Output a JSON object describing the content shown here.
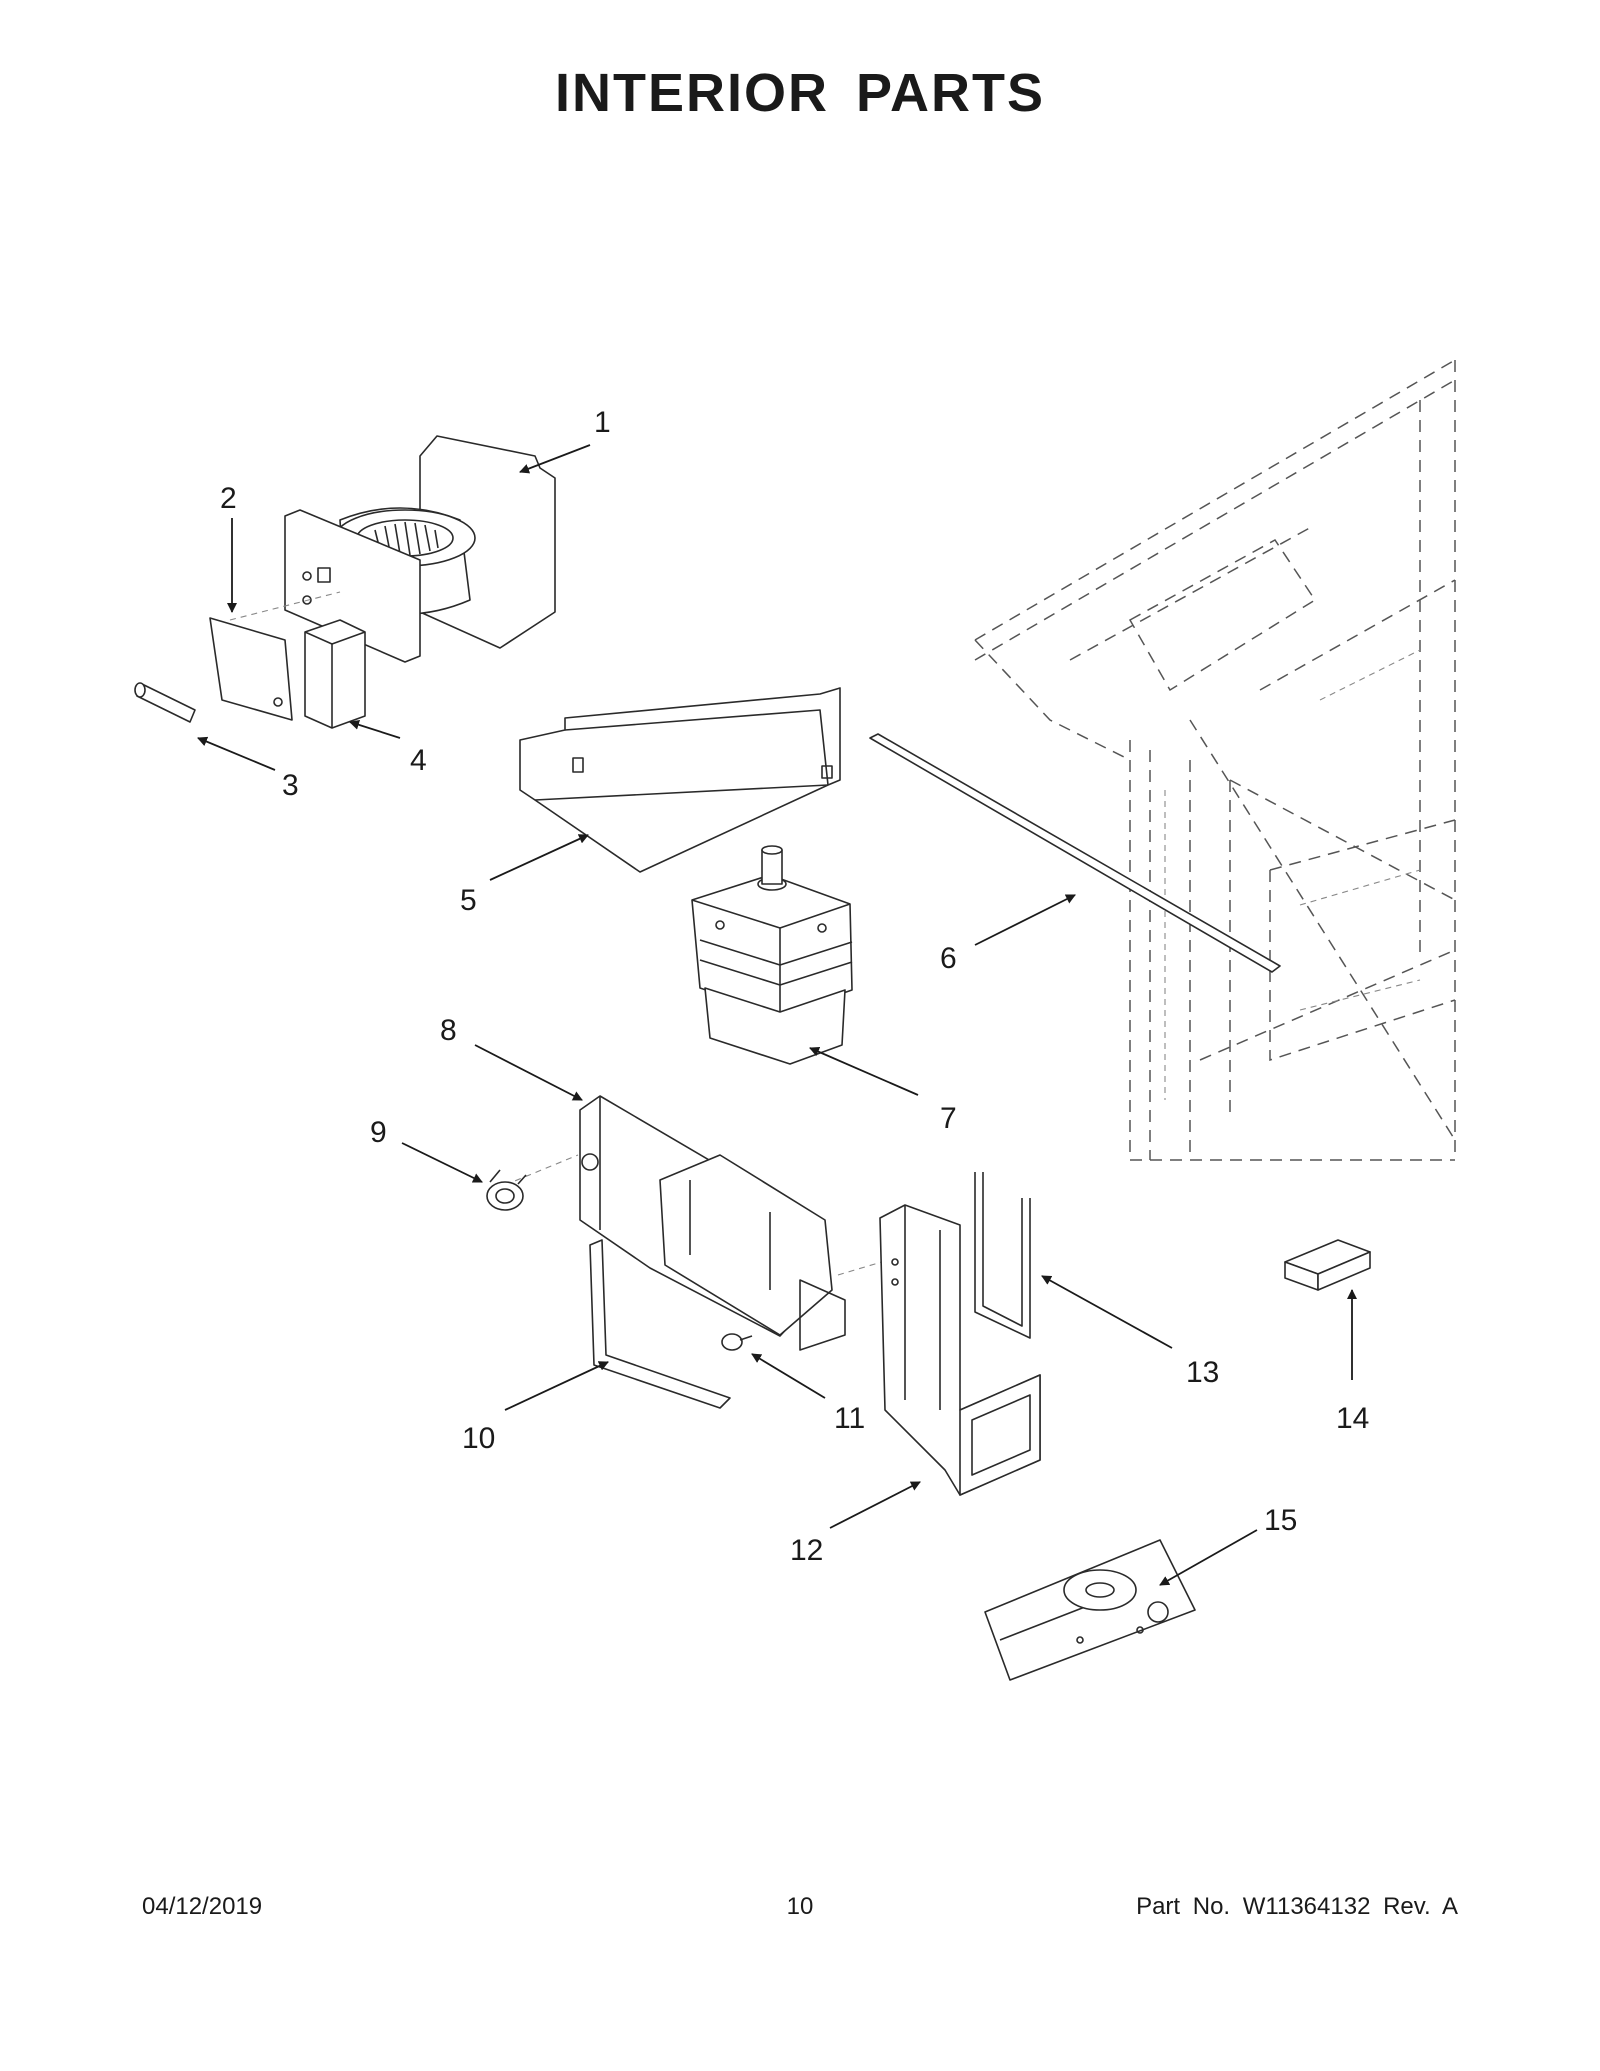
{
  "title": "INTERIOR PARTS",
  "callouts": [
    "1",
    "2",
    "3",
    "4",
    "5",
    "6",
    "7",
    "8",
    "9",
    "10",
    "11",
    "12",
    "13",
    "14",
    "15"
  ],
  "footer": {
    "date": "04/12/2019",
    "page": "10",
    "part_number": "Part No.  W11364132   Rev.  A"
  }
}
